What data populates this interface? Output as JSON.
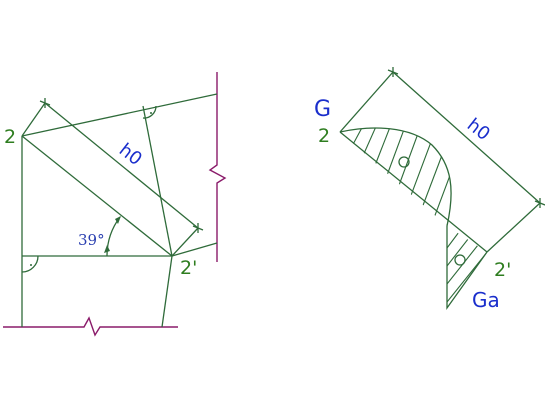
{
  "left_figure": {
    "corner_top_left": "2",
    "corner_bottom_right": "2'",
    "dimension_label": "h0",
    "angle_label": "39°"
  },
  "right_figure": {
    "top_symbol": "G",
    "left_end": "2",
    "right_end": "2'",
    "bottom_symbol": "Ga",
    "dimension_label": "h0",
    "zero_marks": [
      "0",
      "0"
    ]
  },
  "colors": {
    "structure_lines": "#2f6b3a",
    "section_breaks": "#8a1b6a",
    "labels_green": "#2e7d1f",
    "labels_blue": "#1a2ecc"
  }
}
